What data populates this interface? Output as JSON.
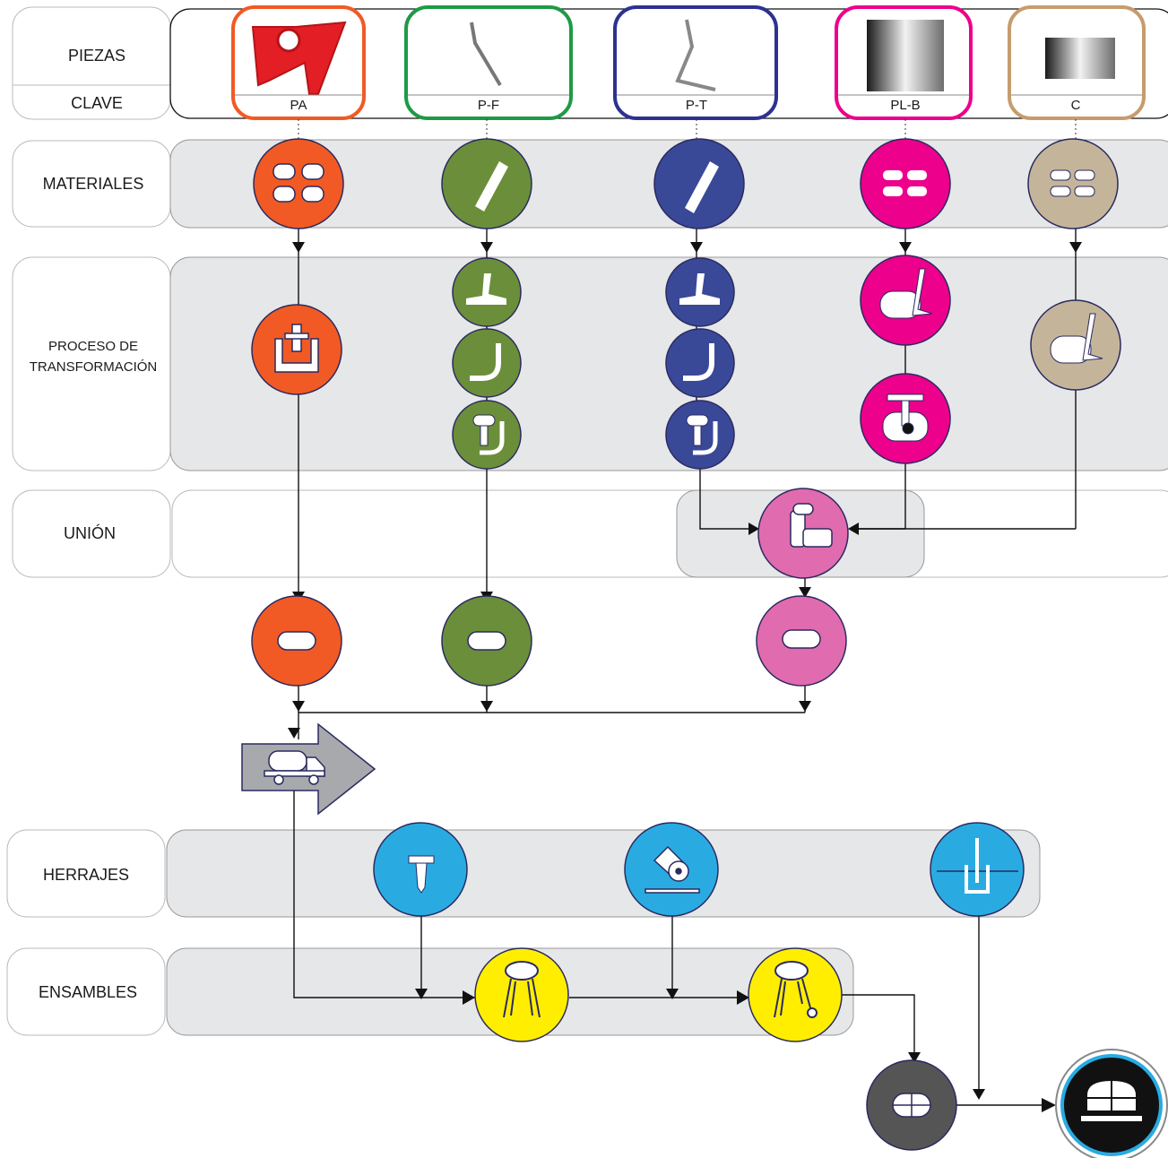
{
  "rows": {
    "piezas": "PIEZAS",
    "clave": "CLAVE",
    "materiales": "MATERIALES",
    "proceso_line1": "PROCESO DE",
    "proceso_line2": "TRANSFORMACIÓN",
    "union": "UNIÓN",
    "herrajes": "HERRAJES",
    "ensambles": "ENSAMBLES"
  },
  "pieces": [
    {
      "key": "PA",
      "color": "#f15a24",
      "frame": "#f15a24"
    },
    {
      "key": "P-F",
      "color": "#6b8e3a",
      "frame": "#1e9a45"
    },
    {
      "key": "P-T",
      "color": "#3a4898",
      "frame": "#2e3192"
    },
    {
      "key": "PL-B",
      "color": "#ec008c",
      "frame": "#ec008c"
    },
    {
      "key": "C",
      "color": "#c4b59a",
      "frame": "#c69c6d"
    }
  ],
  "colors": {
    "union": "#e06bae",
    "herrajes": "#29abe2",
    "ensambles": "#ffee00",
    "final": "#555555",
    "band": "#e6e7e8"
  },
  "icons": {
    "materials": [
      "block-material-icon",
      "tube-material-icon",
      "tube-material-icon",
      "sheet-material-icon",
      "sheet-material-icon"
    ],
    "process": [
      "injection-molding-icon",
      "cutting-icon",
      "bending-icon",
      "drilling-icon"
    ],
    "union": "welding-icon",
    "finish": "finish-icon",
    "transport": "truck-icon",
    "hardware": [
      "screw-icon",
      "hinge-icon",
      "pin-icon"
    ],
    "assembly": "chair-frame-icon",
    "final": "final-product-icon"
  }
}
